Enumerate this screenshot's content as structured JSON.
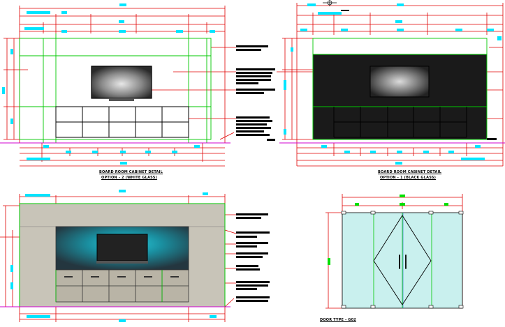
{
  "drawing": {
    "panels": [
      {
        "id": "white-glass",
        "title": "BOARD ROOM CABINET DETAIL",
        "subtitle": "OPTION - 2  (WHITE GLASS)"
      },
      {
        "id": "black-glass",
        "title": "BOARD ROOM CABINET DETAIL",
        "subtitle": "OPTION - 1  (BLACK GLASS)"
      },
      {
        "id": "teal-panel",
        "title": "",
        "subtitle": ""
      },
      {
        "id": "door",
        "title": "DOOR TYPE - G02",
        "subtitle": ""
      }
    ]
  },
  "colors": {
    "dimension_line": "#e00000",
    "grid_line": "#00c800",
    "label_fill": "#00e5ff",
    "note_text": "#000000",
    "black_glass": "#1a1a1a",
    "wall_beige": "#c8c4b8",
    "teal_glow": "#1aa7b8",
    "door_glass": "#c9f0ee",
    "magenta_ground": "#d000d0"
  },
  "icons": [
    "tv-screen-icon",
    "door-handle-icon",
    "center-mark-icon"
  ]
}
